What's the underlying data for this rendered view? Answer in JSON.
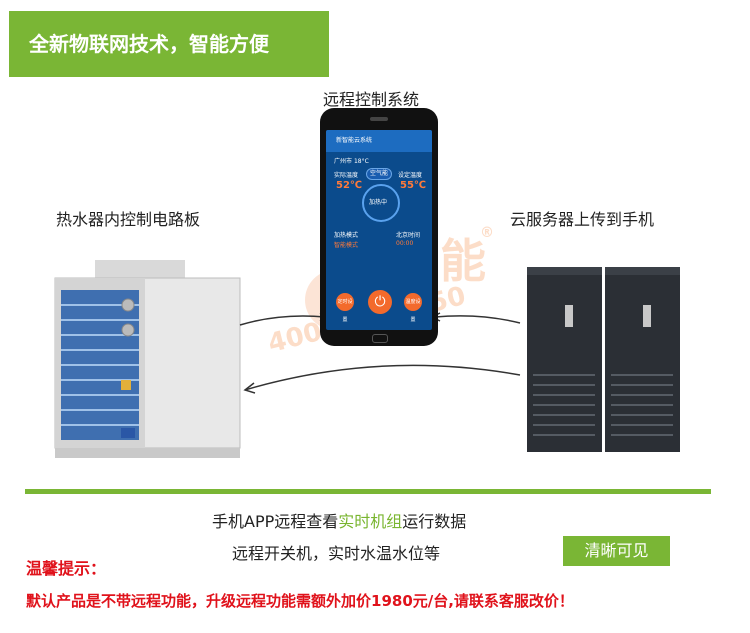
{
  "banner": {
    "title": "全新物联网技术，智能方便"
  },
  "labels": {
    "remote_system": "远程控制系统",
    "heater_board": "热水器内控制电路板",
    "cloud_upload": "云服务器上传到手机"
  },
  "phone_screen": {
    "app_title": "新智能云系统",
    "city": "广州市",
    "city_temp": "18°C",
    "real_temp_label": "实际温度",
    "real_temp_value": "52℃",
    "set_temp_label": "设定温度",
    "set_temp_value": "55℃",
    "mode_label": "空气能",
    "status_label": "加热中",
    "heat_mode_label": "加热模式",
    "heat_mode_value": "智能模式",
    "time_label": "北京时间",
    "time_value": "00:00",
    "btn_left": "定时设置",
    "btn_right": "温度设置"
  },
  "watermark": {
    "brand_char": "能",
    "registered": "®",
    "phone": "400-642-3850"
  },
  "captions": {
    "line1_pre": "手机APP远程查看",
    "line1_highlight": "实时机组",
    "line1_post": "运行数据",
    "line2": "远程开关机，实时水温水位等",
    "clear_button": "清晰可见"
  },
  "notice": {
    "title": "温馨提示：",
    "body": "默认产品是不带远程功能，升级远程功能需额外加价1980元/台,请联系客服改价！"
  },
  "colors": {
    "accent_green": "#7ab635",
    "warning_red": "#e0121b",
    "app_orange": "#f36a2c",
    "app_blue": "#0b4b8c"
  }
}
